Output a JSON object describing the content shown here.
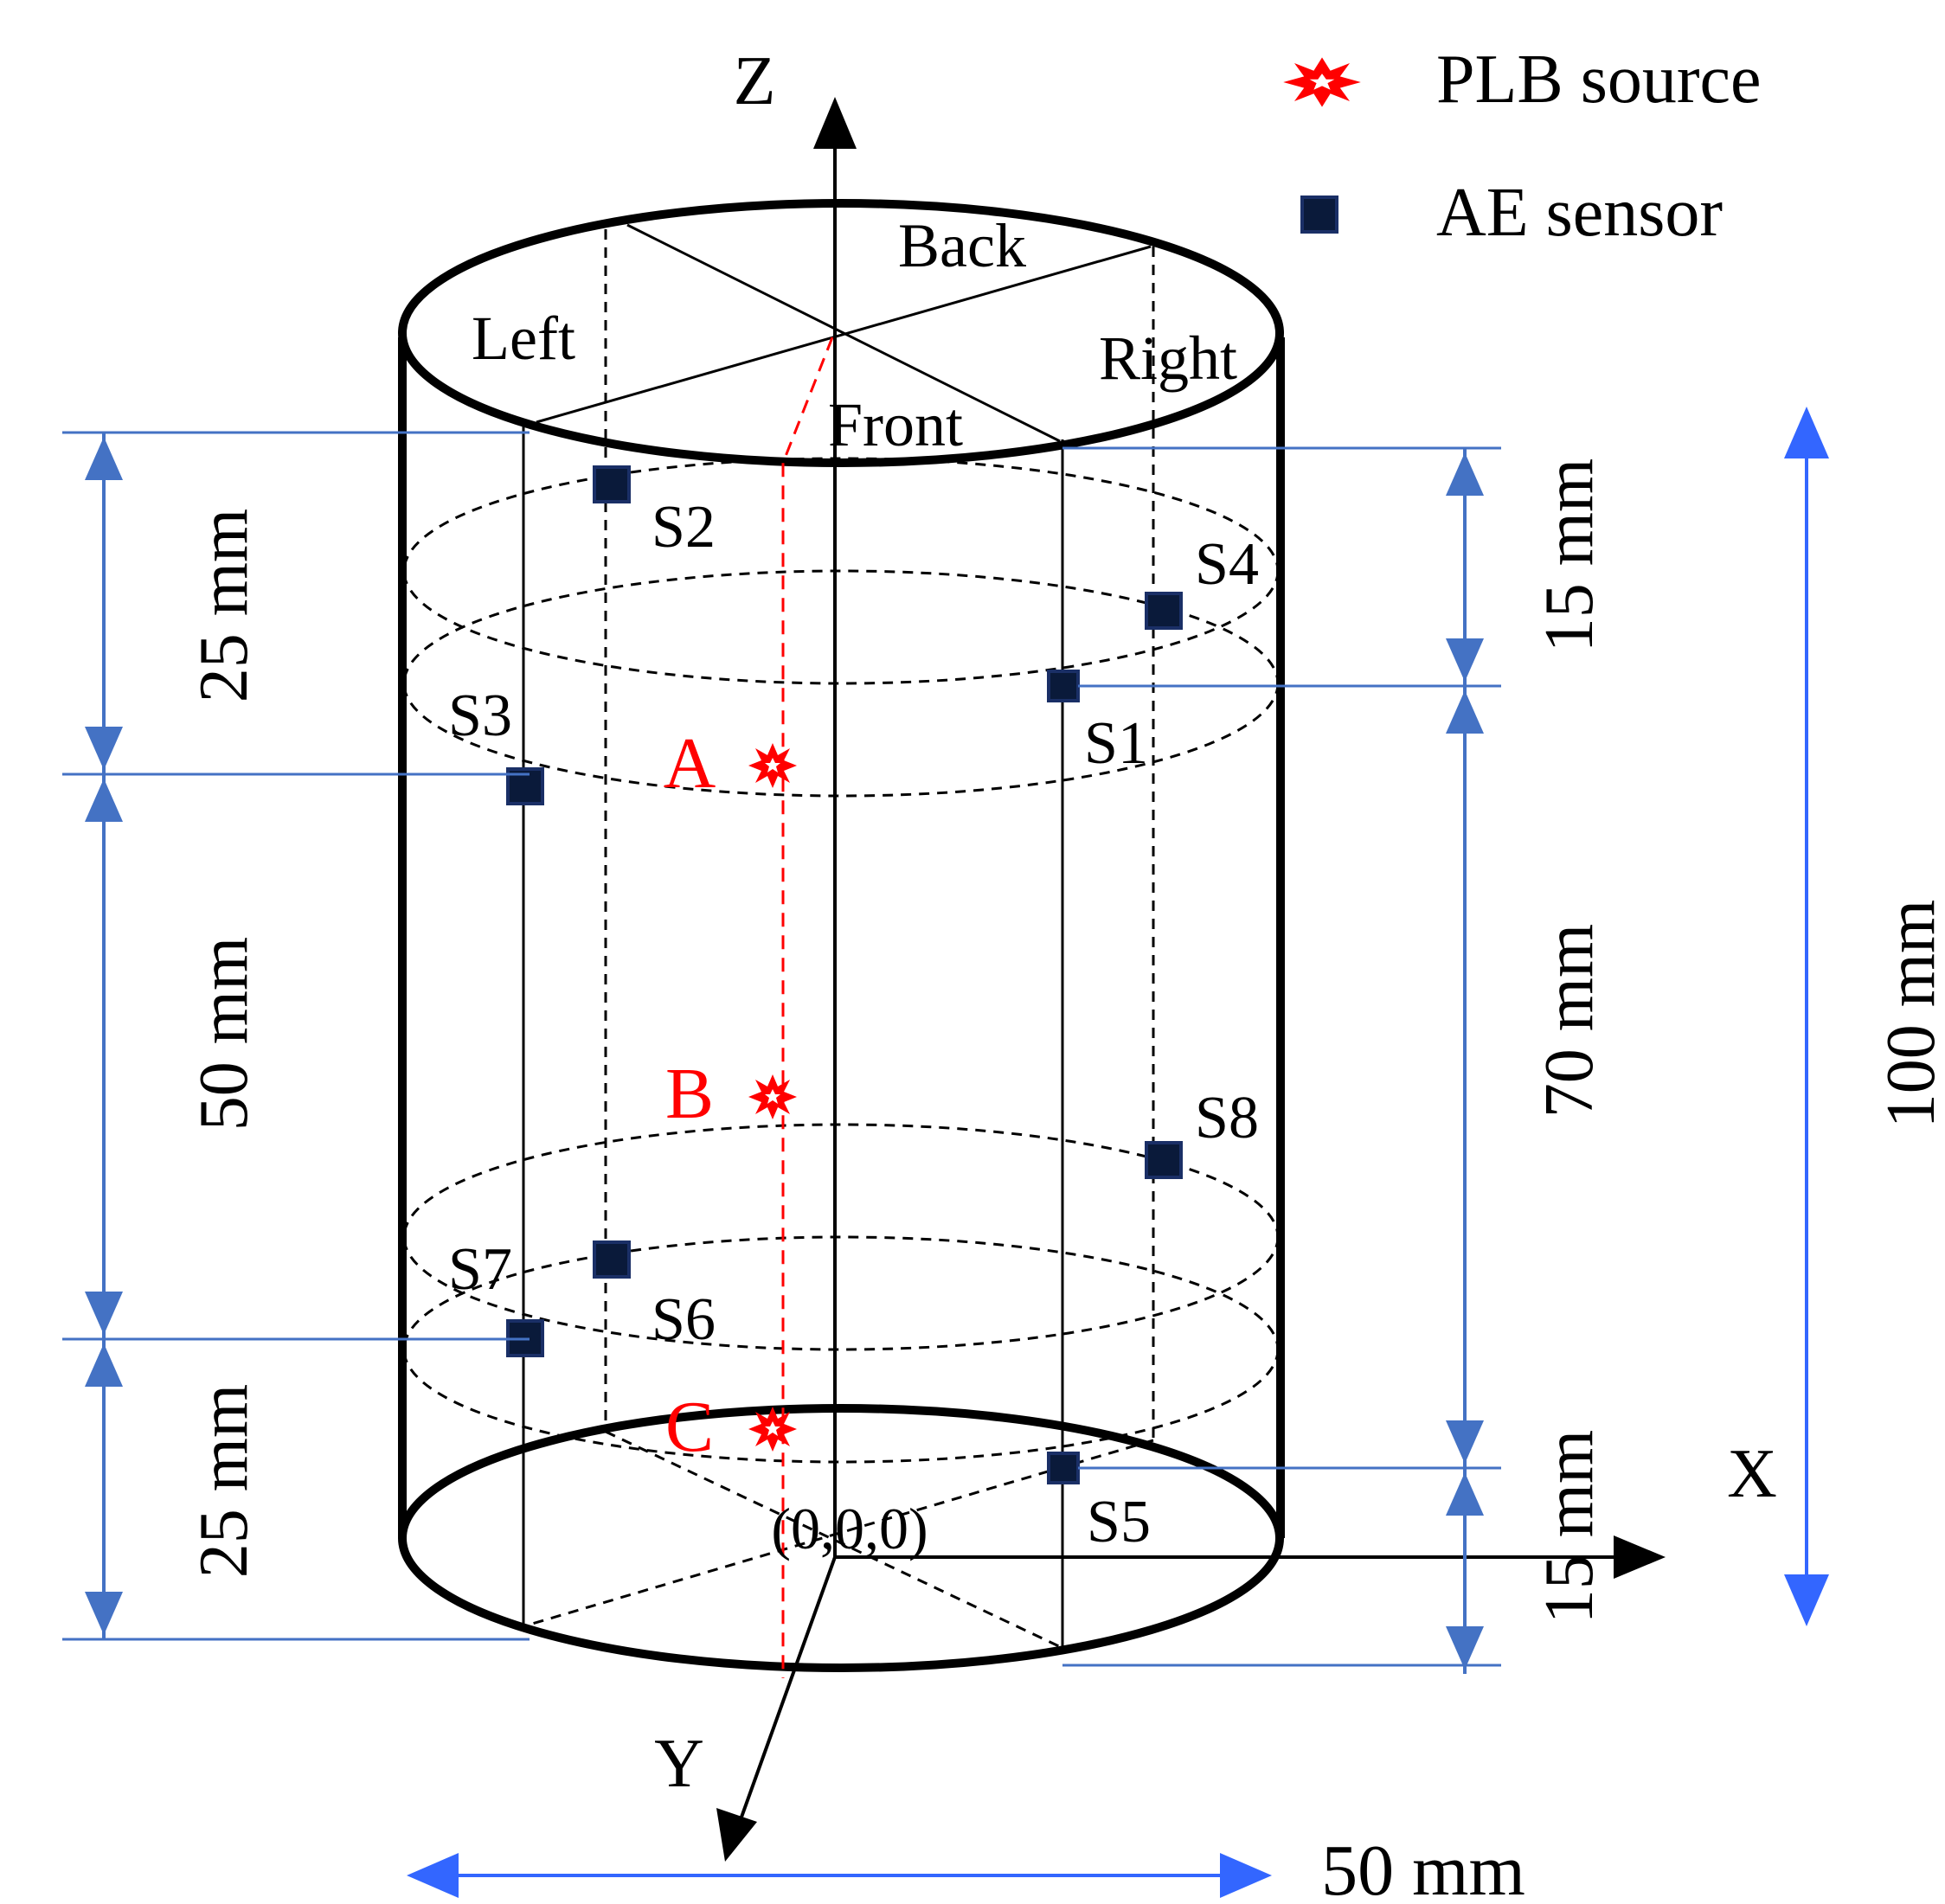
{
  "legend": {
    "plb_label": "PLB source",
    "sensor_label": "AE sensor"
  },
  "axes": {
    "z": "Z",
    "x": "X",
    "y": "Y",
    "origin": "(0,0,0)"
  },
  "faces": {
    "left": "Left",
    "back": "Back",
    "right": "Right",
    "front": "Front"
  },
  "sensors": [
    "S1",
    "S2",
    "S3",
    "S4",
    "S5",
    "S6",
    "S7",
    "S8"
  ],
  "sources": [
    "A",
    "B",
    "C"
  ],
  "dimensions": {
    "left_top": "25 mm",
    "left_middle": "50 mm",
    "left_bottom": "25 mm",
    "right_top": "15 mm",
    "right_middle": "70 mm",
    "right_bottom": "15 mm",
    "total_height": "100 mm",
    "diameter": "50 mm"
  },
  "colors": {
    "dimension_blue": "#4472c4",
    "height_arrow_blue": "#3366ff",
    "source_red": "#ff0000",
    "sensor_fill": "#0a1a3a",
    "outline": "#000000"
  }
}
